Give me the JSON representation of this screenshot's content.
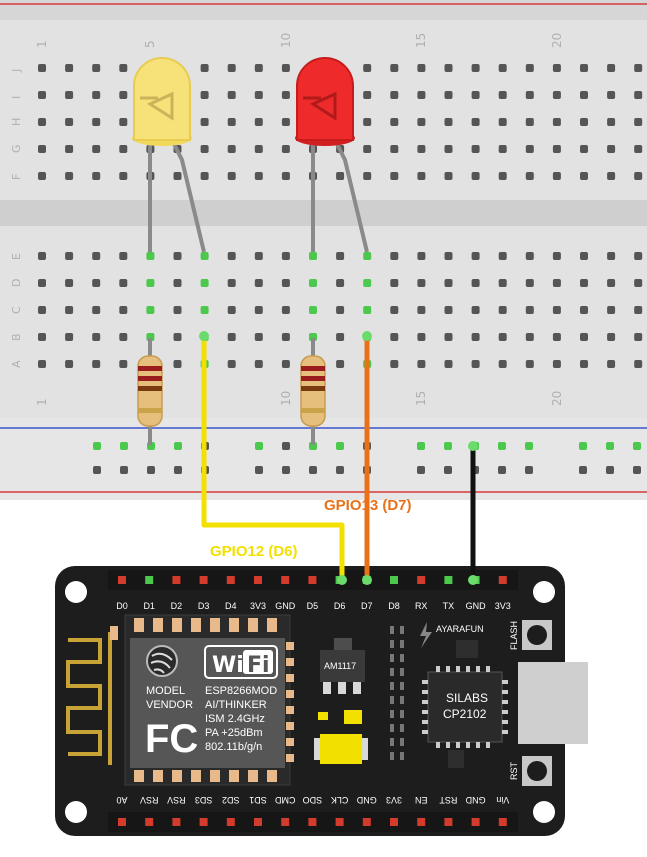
{
  "breadboard": {
    "column_numbers": [
      "1",
      "5",
      "10",
      "15",
      "20"
    ],
    "row_letters_top": [
      "J",
      "I",
      "H",
      "G",
      "F"
    ],
    "row_letters_bottom": [
      "E",
      "D",
      "C",
      "B",
      "A"
    ]
  },
  "wires": {
    "gpio12_label": "GPIO12 (D6)",
    "gpio13_label": "GPIO13 (D7)",
    "gpio12_color": "#f2e000",
    "gpio13_color": "#e8711a",
    "gnd_color": "#111111"
  },
  "leds": {
    "yellow_color": "#f7e27a",
    "red_color": "#ee2a2a"
  },
  "board": {
    "top_pins": [
      "D0",
      "D1",
      "D2",
      "D3",
      "D4",
      "3V3",
      "GND",
      "D5",
      "D6",
      "D7",
      "D8",
      "RX",
      "TX",
      "GND",
      "3V3"
    ],
    "bottom_pins": [
      "A0",
      "RSV",
      "RSV",
      "SD3",
      "SD2",
      "SD1",
      "CMD",
      "SDO",
      "CLK",
      "GND",
      "3V3",
      "EN",
      "RST",
      "GND",
      "Vin"
    ],
    "module_lines_left": [
      "MODEL",
      "VENDOR"
    ],
    "module_lines_right": [
      "ESP8266MOD",
      "AI/THINKER",
      "ISM 2.4GHz",
      "PA +25dBm",
      "802.11b/g/n"
    ],
    "wifi_logo": "Wi Fi",
    "fc_logo": "FC",
    "regulator": "AM1117",
    "brand": "AYARAFUN",
    "usb_chip": [
      "SILABS",
      "CP2102"
    ],
    "flash_button": "FLASH",
    "rst_button": "RST"
  }
}
